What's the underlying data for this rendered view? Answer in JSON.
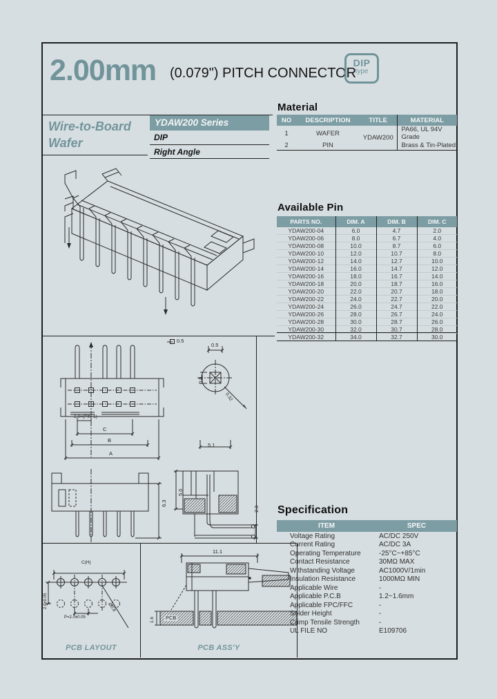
{
  "page": {
    "title": "2.00mm",
    "subtitle": "(0.079\") PITCH CONNECTOR",
    "badge_line1": "DIP",
    "badge_line2": "type"
  },
  "header": {
    "family_line1": "Wire-to-Board",
    "family_line2": "Wafer",
    "series": "YDAW200 Series",
    "mount_type": "DIP",
    "angle": "Right Angle"
  },
  "material": {
    "heading": "Material",
    "col_no": "NO",
    "col_description": "DESCRIPTION",
    "col_title": "TITLE",
    "col_material": "MATERIAL",
    "shared_title": "YDAW200",
    "rows": [
      {
        "no": "1",
        "description": "WAFER",
        "material": "PA66, UL 94V Grade"
      },
      {
        "no": "2",
        "description": "PIN",
        "material": "Brass & Tin-Plated"
      }
    ]
  },
  "available_pin": {
    "heading": "Available Pin",
    "columns": [
      "PARTS NO.",
      "DIM. A",
      "DIM. B",
      "DIM. C"
    ],
    "rows": [
      [
        "YDAW200-04",
        "6.0",
        "4.7",
        "2.0"
      ],
      [
        "YDAW200-06",
        "8.0",
        "6.7",
        "4.0"
      ],
      [
        "YDAW200-08",
        "10.0",
        "8.7",
        "6.0"
      ],
      [
        "YDAW200-10",
        "12.0",
        "10.7",
        "8.0"
      ],
      [
        "YDAW200-12",
        "14.0",
        "12.7",
        "10.0"
      ],
      [
        "YDAW200-14",
        "16.0",
        "14.7",
        "12.0"
      ],
      [
        "YDAW200-16",
        "18.0",
        "16.7",
        "14.0"
      ],
      [
        "YDAW200-18",
        "20.0",
        "18.7",
        "16.0"
      ],
      [
        "YDAW200-20",
        "22.0",
        "20.7",
        "18.0"
      ],
      [
        "YDAW200-22",
        "24.0",
        "22.7",
        "20.0"
      ],
      [
        "YDAW200-24",
        "26.0",
        "24.7",
        "22.0"
      ],
      [
        "YDAW200-26",
        "28.0",
        "26.7",
        "24.0"
      ],
      [
        "YDAW200-28",
        "30.0",
        "28.7",
        "26.0"
      ],
      [
        "YDAW200-30",
        "32.0",
        "30.7",
        "28.0"
      ],
      [
        "YDAW200-32",
        "34.0",
        "32.7",
        "30.0"
      ]
    ]
  },
  "specification": {
    "heading": "Specification",
    "columns": [
      "ITEM",
      "SPEC"
    ],
    "rows": [
      [
        "Voltage Rating",
        "AC/DC 250V"
      ],
      [
        "Current Rating",
        "AC/DC 3A"
      ],
      [
        "Operating Temperature",
        "-25°C~+85°C"
      ],
      [
        "Contact Resistance",
        "30MΩ MAX"
      ],
      [
        "Withstanding Voltage",
        "AC1000V/1min"
      ],
      [
        "Insulation Resistance",
        "1000MΩ MIN"
      ],
      [
        "Applicable Wire",
        "-"
      ],
      [
        "Applicable P.C.B",
        "1.2~1.6mm"
      ],
      [
        "Applicable FPC/FFC",
        "-"
      ],
      [
        "Solder Height",
        "-"
      ],
      [
        "Crimp Tensile Strength",
        "-"
      ],
      [
        "UL FILE NO",
        "E109706"
      ]
    ]
  },
  "drawings": {
    "front_view": {
      "square_dim": "0.5",
      "pitch_dim": "2.0×(PIN-1)",
      "dim_c": "C",
      "dim_b": "B",
      "dim_a": "A"
    },
    "pin_detail": {
      "top_dim": "0.5",
      "side_dim": "0.8",
      "corner_dim": "0.32",
      "bottom_dim": "5.1"
    },
    "bottom_view": {
      "height_dim": "6.3"
    },
    "section_view": {
      "depth_dim": "5.0",
      "pin_dim": "2.0"
    },
    "pcb_layout": {
      "caption": "PCB LAYOUT",
      "span_dim": "C(H)",
      "row_dim": "2.0±0.05",
      "pitch_dim": "P=2.0±0.05",
      "hole_dim": "Ø0.8"
    },
    "pcb_assy": {
      "caption": "PCB ASS'Y",
      "width_dim": "11.1",
      "board_label": "PCB",
      "board_dim": "1.6"
    }
  },
  "colors": {
    "accent": "#71949b",
    "header_bar": "#7d9da4",
    "background": "#d7dee1",
    "line": "#1f1f1f"
  }
}
